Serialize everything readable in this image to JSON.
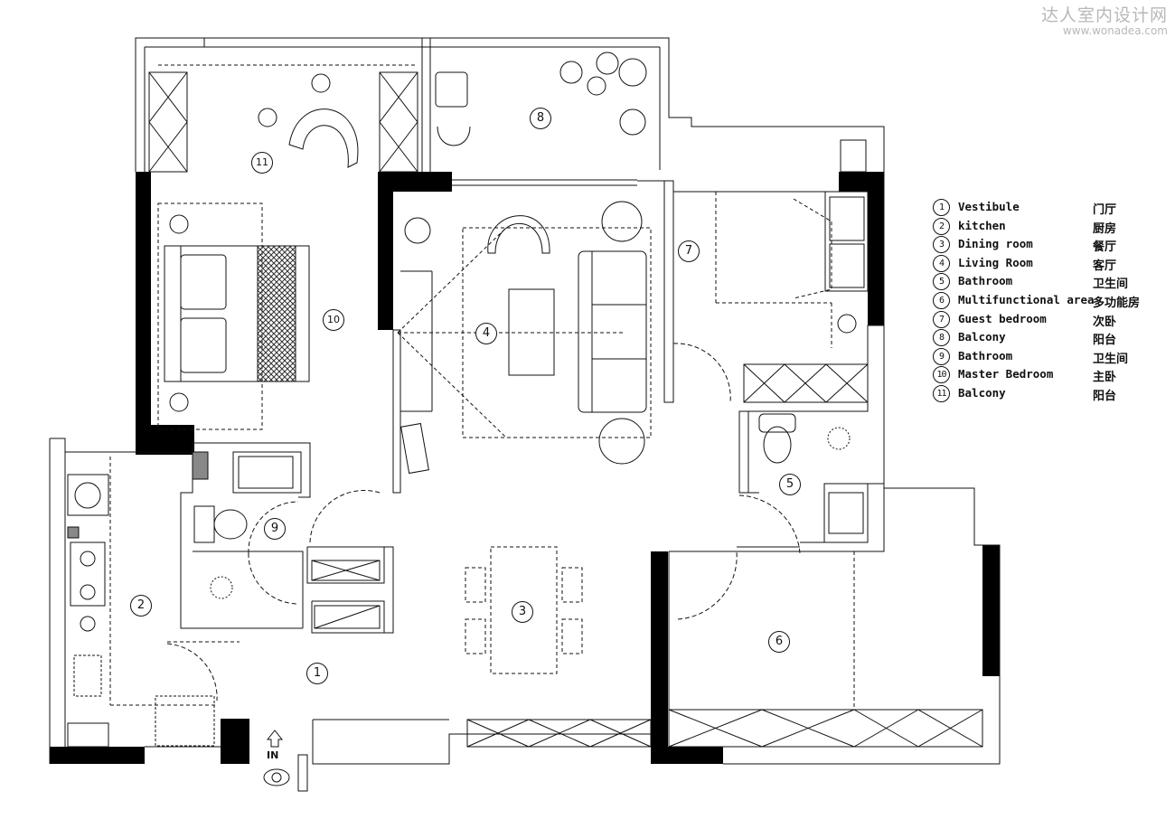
{
  "watermark": {
    "site_name": "达人室内设计网",
    "url": "www.wonadea.com"
  },
  "entry_label": "IN",
  "legend": [
    {
      "num": "1",
      "en": "Vestibule",
      "cn": "门厅"
    },
    {
      "num": "2",
      "en": "kitchen",
      "cn": "厨房"
    },
    {
      "num": "3",
      "en": "Dining room",
      "cn": "餐厅"
    },
    {
      "num": "4",
      "en": "Living Room",
      "cn": "客厅"
    },
    {
      "num": "5",
      "en": "Bathroom",
      "cn": "卫生间"
    },
    {
      "num": "6",
      "en": "Multifunctional area",
      "cn": "多功能房"
    },
    {
      "num": "7",
      "en": "Guest bedroom",
      "cn": "次卧"
    },
    {
      "num": "8",
      "en": "Balcony",
      "cn": "阳台"
    },
    {
      "num": "9",
      "en": "Bathroom",
      "cn": "卫生间"
    },
    {
      "num": "10",
      "en": "Master Bedroom",
      "cn": "主卧"
    },
    {
      "num": "11",
      "en": "Balcony",
      "cn": "阳台"
    }
  ],
  "room_markers": [
    "1",
    "2",
    "3",
    "4",
    "5",
    "6",
    "7",
    "8",
    "9",
    "10",
    "11"
  ]
}
